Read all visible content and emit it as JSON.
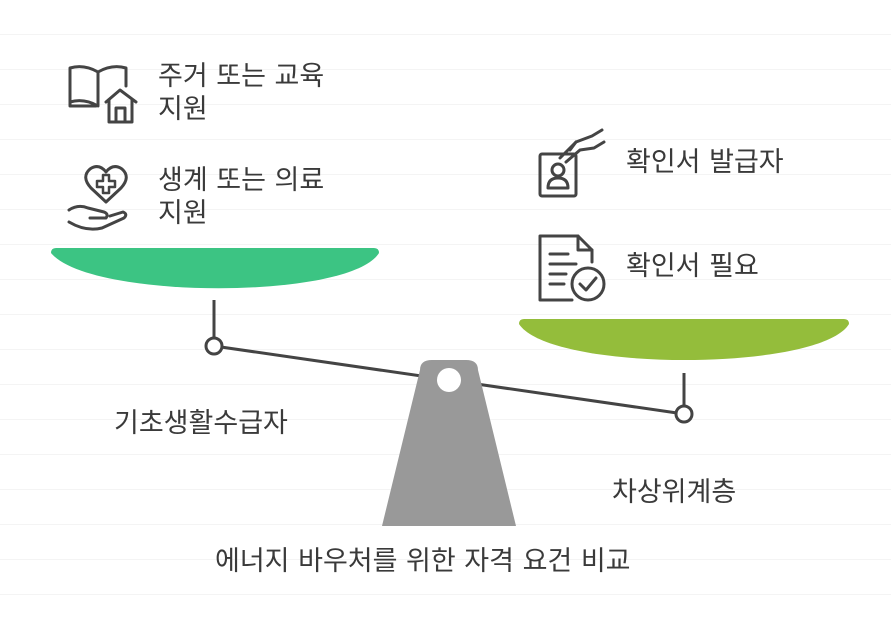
{
  "title": "에너지 바우처를 위한 자격 요건 비교",
  "left_pan": {
    "label": "기초생활수급자",
    "color": "#3cc483",
    "items": [
      {
        "icon": "book-house-icon",
        "line1": "주거 또는 교육",
        "line2": "지원"
      },
      {
        "icon": "heart-hand-medical-icon",
        "line1": "생계 또는 의료",
        "line2": "지원"
      }
    ]
  },
  "right_pan": {
    "label": "차상위계층",
    "color": "#94bd3b",
    "items": [
      {
        "icon": "id-card-hand-icon",
        "text": "확인서 발급자"
      },
      {
        "icon": "document-check-icon",
        "text": "확인서 필요"
      }
    ]
  },
  "scale_color": "#999999"
}
